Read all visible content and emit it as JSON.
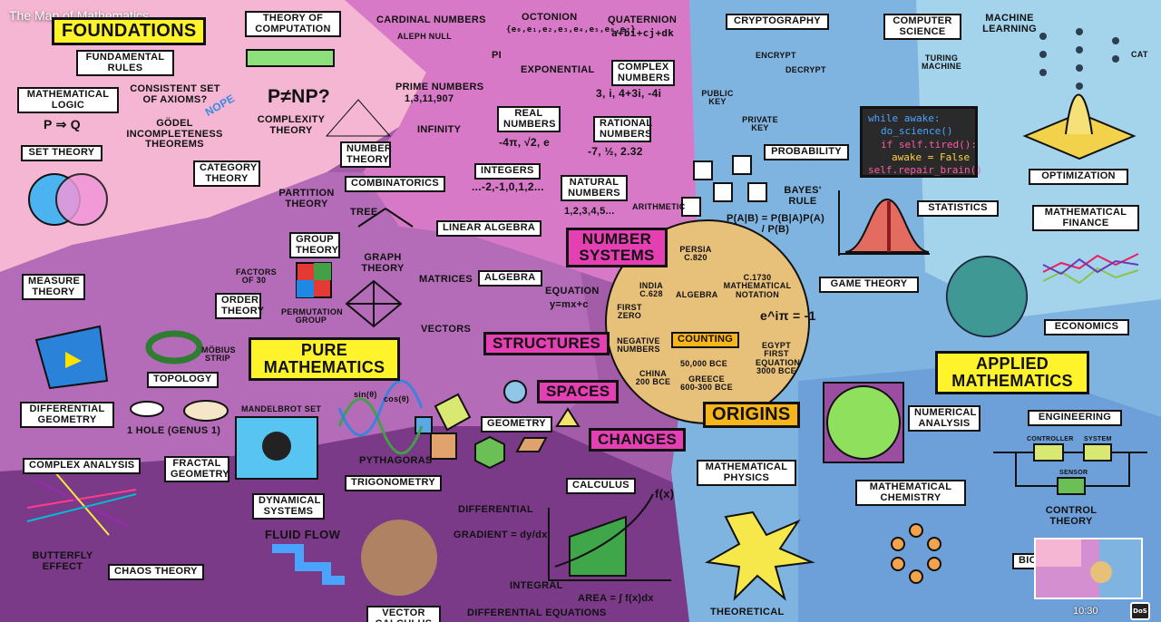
{
  "video": {
    "title": "The Map of Mathematics",
    "timestamp": "10:30",
    "corner_badge": "DoS"
  },
  "regions": {
    "foundations": "FOUNDATIONS",
    "pure": "PURE MATHEMATICS",
    "applied": "APPLIED MATHEMATICS",
    "number_systems": "NUMBER SYSTEMS",
    "structures": "STRUCTURES",
    "spaces": "SPACES",
    "changes": "CHANGES",
    "origins": "ORIGINS"
  },
  "labels": {
    "theory_of_computation": "THEORY OF COMPUTATION",
    "fundamental_rules": "FUNDAMENTAL RULES",
    "mathematical_logic": "MATHEMATICAL LOGIC",
    "consistent_axioms": "CONSISTENT SET OF AXIOMS?",
    "nope": "NOPE",
    "godel": "GÖDEL INCOMPLETENESS THEOREMS",
    "p_implies_q": "P ⇒ Q",
    "set_theory": "SET THEORY",
    "category_theory": "CATEGORY THEORY",
    "p_np": "P≠NP?",
    "complexity_theory": "COMPLEXITY THEORY",
    "cardinal_numbers": "CARDINAL NUMBERS",
    "aleph_null": "ALEPH NULL",
    "octonion": "OCTONION",
    "octonion_formula": "{e₀,e₁,e₂,e₃,e₄,e₅,e₆,e₇}",
    "quaternion": "QUATERNION",
    "quaternion_formula": "a+bi+cj+dk",
    "pi": "PI",
    "exponential": "EXPONENTIAL",
    "complex_numbers": "COMPLEX NUMBERS",
    "complex_examples": "3, i, 4+3i, -4i",
    "prime_numbers": "PRIME NUMBERS",
    "prime_examples": "1,3,11,907",
    "infinity": "INFINITY",
    "real_numbers": "REAL NUMBERS",
    "real_examples": "-4π, √2, e",
    "rational_numbers": "RATIONAL NUMBERS",
    "rational_examples": "-7, ½, 2.32",
    "integers": "INTEGERS",
    "integer_examples": "...-2,-1,0,1,2...",
    "natural_numbers": "NATURAL NUMBERS",
    "natural_examples": "1,2,3,4,5...",
    "arithmetic": "ARITHMETIC",
    "number_theory": "NUMBER THEORY",
    "combinatorics": "COMBINATORICS",
    "partition_theory": "PARTITION THEORY",
    "tree": "TREE",
    "graph_theory": "GRAPH THEORY",
    "linear_algebra": "LINEAR ALGEBRA",
    "group_theory": "GROUP THEORY",
    "permutation_group": "PERMUTATION GROUP",
    "matrices": "MATRICES",
    "algebra": "ALGEBRA",
    "equation": "EQUATION",
    "equation_formula": "y=mx+c",
    "vectors": "VECTORS",
    "measure_theory": "MEASURE THEORY",
    "factors_of_30": "FACTORS OF 30",
    "order_theory": "ORDER THEORY",
    "mobius_strip": "MÖBIUS STRIP",
    "topology": "TOPOLOGY",
    "differential_geometry": "DIFFERENTIAL GEOMETRY",
    "one_hole": "1 HOLE (GENUS 1)",
    "mandelbrot_set": "MANDELBROT SET",
    "sin": "sin(θ)",
    "cos": "cos(θ)",
    "geometry": "GEOMETRY",
    "pythagoras": "PYTHAGORAS",
    "trigonometry": "TRIGONOMETRY",
    "complex_analysis": "COMPLEX ANALYSIS",
    "fractal_geometry": "FRACTAL GEOMETRY",
    "dynamical_systems": "DYNAMICAL SYSTEMS",
    "fluid_flow": "FLUID FLOW",
    "butterfly_effect": "BUTTERFLY EFFECT",
    "chaos_theory": "CHAOS THEORY",
    "vector_calculus": "VECTOR CALCULUS",
    "calculus": "CALCULUS",
    "differential": "DIFFERENTIAL",
    "gradient": "GRADIENT = dy/dx",
    "integral": "INTEGRAL",
    "area": "AREA = ∫ f(x)dx",
    "fx": "f(x)",
    "differential_equations": "DIFFERENTIAL EQUATIONS",
    "persia": "PERSIA c.820",
    "algebra_origin": "ALGEBRA",
    "india": "INDIA c.628",
    "first_zero": "FIRST ZERO",
    "notation": "c.1730 MATHEMATICAL NOTATION",
    "euler": "e^iπ = -1",
    "counting": "COUNTING",
    "negative_numbers": "NEGATIVE NUMBERS",
    "china": "CHINA 200 BCE",
    "bce_50000": "50,000 BCE",
    "greece": "GREECE 600-300 BCE",
    "egypt": "EGYPT FIRST EQUATION 3000 BCE",
    "cryptography": "CRYPTOGRAPHY",
    "encrypt": "ENCRYPT",
    "decrypt": "DECRYPT",
    "public_key": "PUBLIC KEY",
    "private_key": "PRIVATE KEY",
    "computer_science": "COMPUTER SCIENCE",
    "turing_machine": "TURING MACHINE",
    "machine_learning": "MACHINE LEARNING",
    "cat": "CAT",
    "probability": "PROBABILITY",
    "bayes_rule": "BAYES' RULE",
    "bayes_formula": "P(A|B) = P(B|A)P(A) / P(B)",
    "optimization": "OPTIMIZATION",
    "statistics": "STATISTICS",
    "mathematical_finance": "MATHEMATICAL FINANCE",
    "game_theory": "GAME THEORY",
    "economics": "ECONOMICS",
    "numerical_analysis": "NUMERICAL ANALYSIS",
    "engineering": "ENGINEERING",
    "controller": "CONTROLLER",
    "system": "SYSTEM",
    "sensor": "SENSOR",
    "control_theory": "CONTROL THEORY",
    "mathematical_physics": "MATHEMATICAL PHYSICS",
    "mathematical_chemistry": "MATHEMATICAL CHEMISTRY",
    "theoretical": "THEORETICAL",
    "bio": "BIO"
  },
  "code": {
    "line1": "while awake:",
    "line2": "do_science()",
    "line3": "if self.tired():",
    "line4": "awake = False",
    "line5": "self.repair_brain()"
  },
  "colors": {
    "foundations_pink": "#f4b6d2",
    "pure_purple": "#a35ca8",
    "pure_dark": "#6d3278",
    "number_pink": "#d779c6",
    "applied_blue": "#6fa8dc",
    "applied_light": "#9fd0ea",
    "origins_tan": "#e7c07a",
    "label_yellow": "#fff32b"
  }
}
